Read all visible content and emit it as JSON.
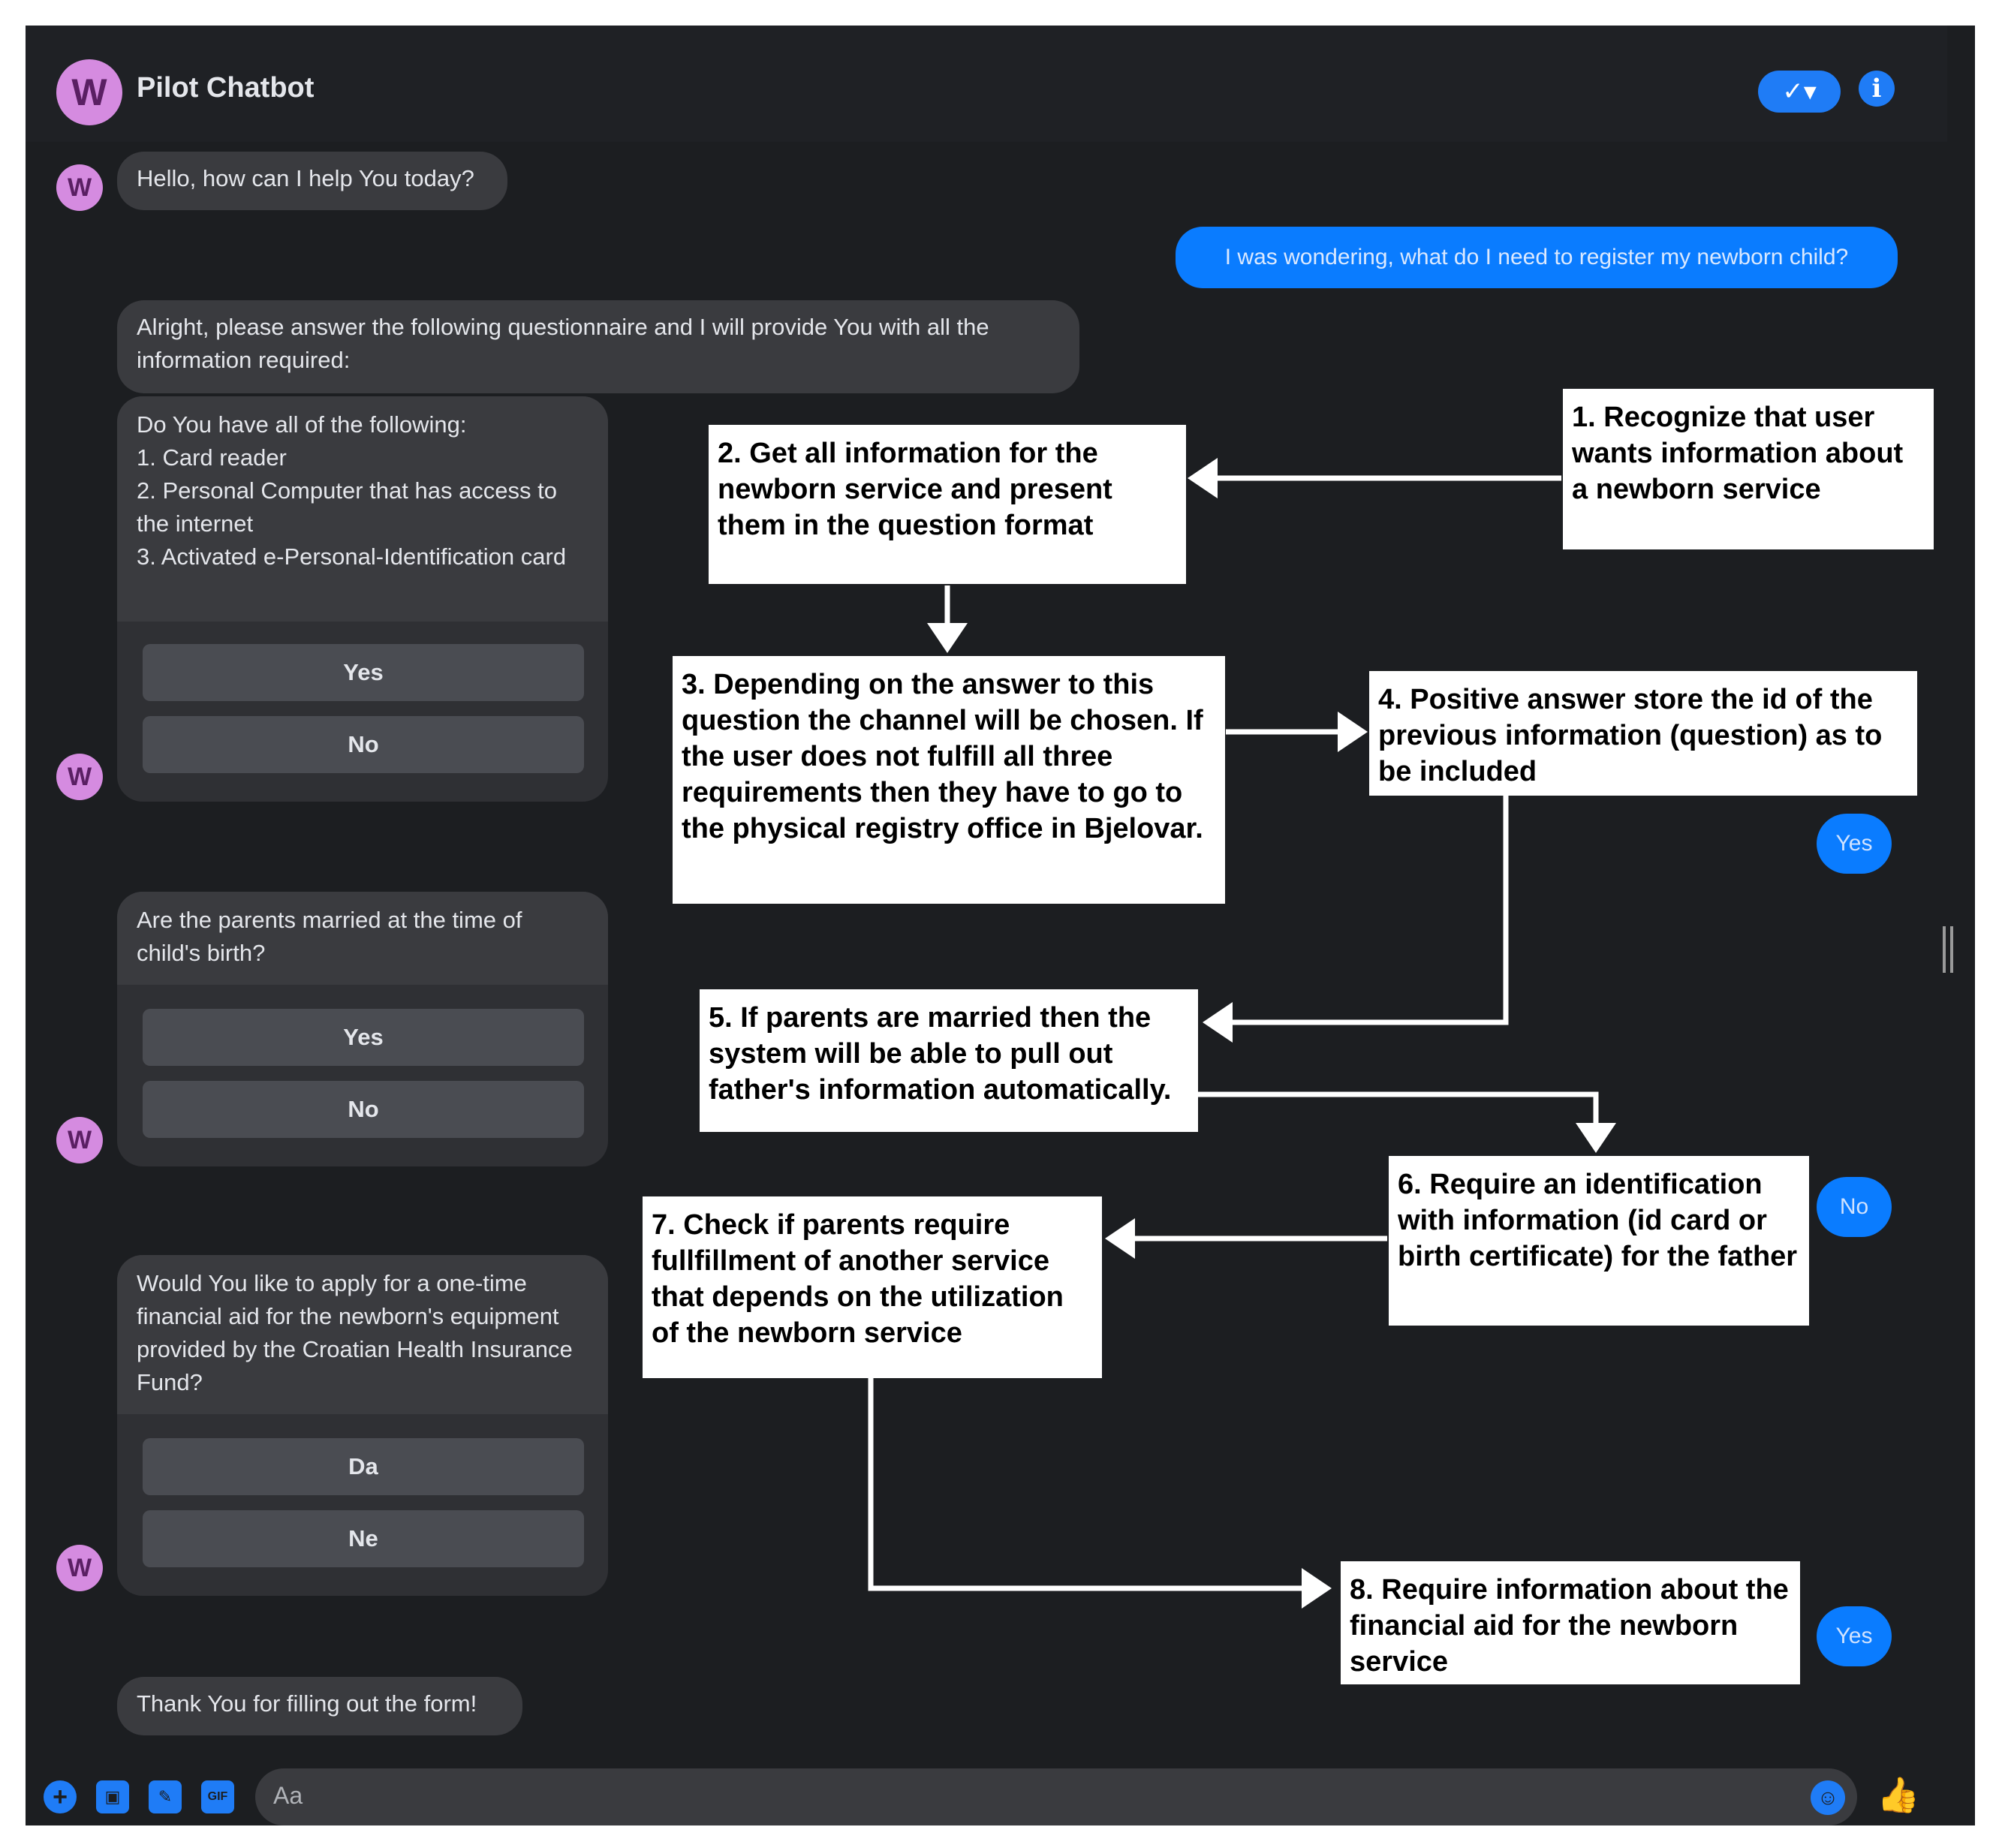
{
  "header": {
    "avatar_letter": "W",
    "title": "Pilot Chatbot",
    "call_icon": "✓▾",
    "info_icon": "i"
  },
  "messages": {
    "greeting": "Hello, how can I help You today?",
    "user_question": "I was wondering, what do I need to register my newborn child?",
    "intro": "Alright, please answer the following questionnaire and I will provide You with all the information required:",
    "closing": "Thank You for filling out the form!"
  },
  "cards": [
    {
      "question": "Do You have all of the following:\n1. Card reader\n2. Personal Computer that has access to the internet\n3. Activated e-Personal-Identification card",
      "options": [
        "Yes",
        "No"
      ]
    },
    {
      "question": "Are the parents married at the time of child's birth?",
      "options": [
        "Yes",
        "No"
      ]
    },
    {
      "question": "Would You like to apply for a one-time financial aid for the newborn's equipment provided by the Croatian Health Insurance Fund?",
      "options": [
        "Da",
        "Ne"
      ]
    }
  ],
  "replies": [
    "Yes",
    "No",
    "Yes"
  ],
  "composer": {
    "placeholder": "Aa",
    "gif_label": "GIF"
  },
  "annotations": [
    "1. Recognize that user wants information about a newborn service",
    "2. Get all information for the newborn service and present them in the question format",
    "3. Depending on the answer to this question the channel will be chosen. If the user does not fulfill all three requirements then they have to go to the physical registry office in Bjelovar.",
    "4. Positive answer store the id of the previous information (question) as to be included",
    "5. If parents are married then the system will be able to pull out father's information automatically.",
    "6. Require an identification with information (id card or birth certificate) for the father",
    "7. Check if parents require fullfillment of another service that depends on the utilization of the newborn service",
    "8. Require information about the financial aid for the newborn service"
  ],
  "colors": {
    "background": "#1c1e21",
    "bubble": "#3a3b3f",
    "accent": "#0a7cff",
    "avatar": "#d58be0",
    "annotation_box": "#ffffff"
  }
}
